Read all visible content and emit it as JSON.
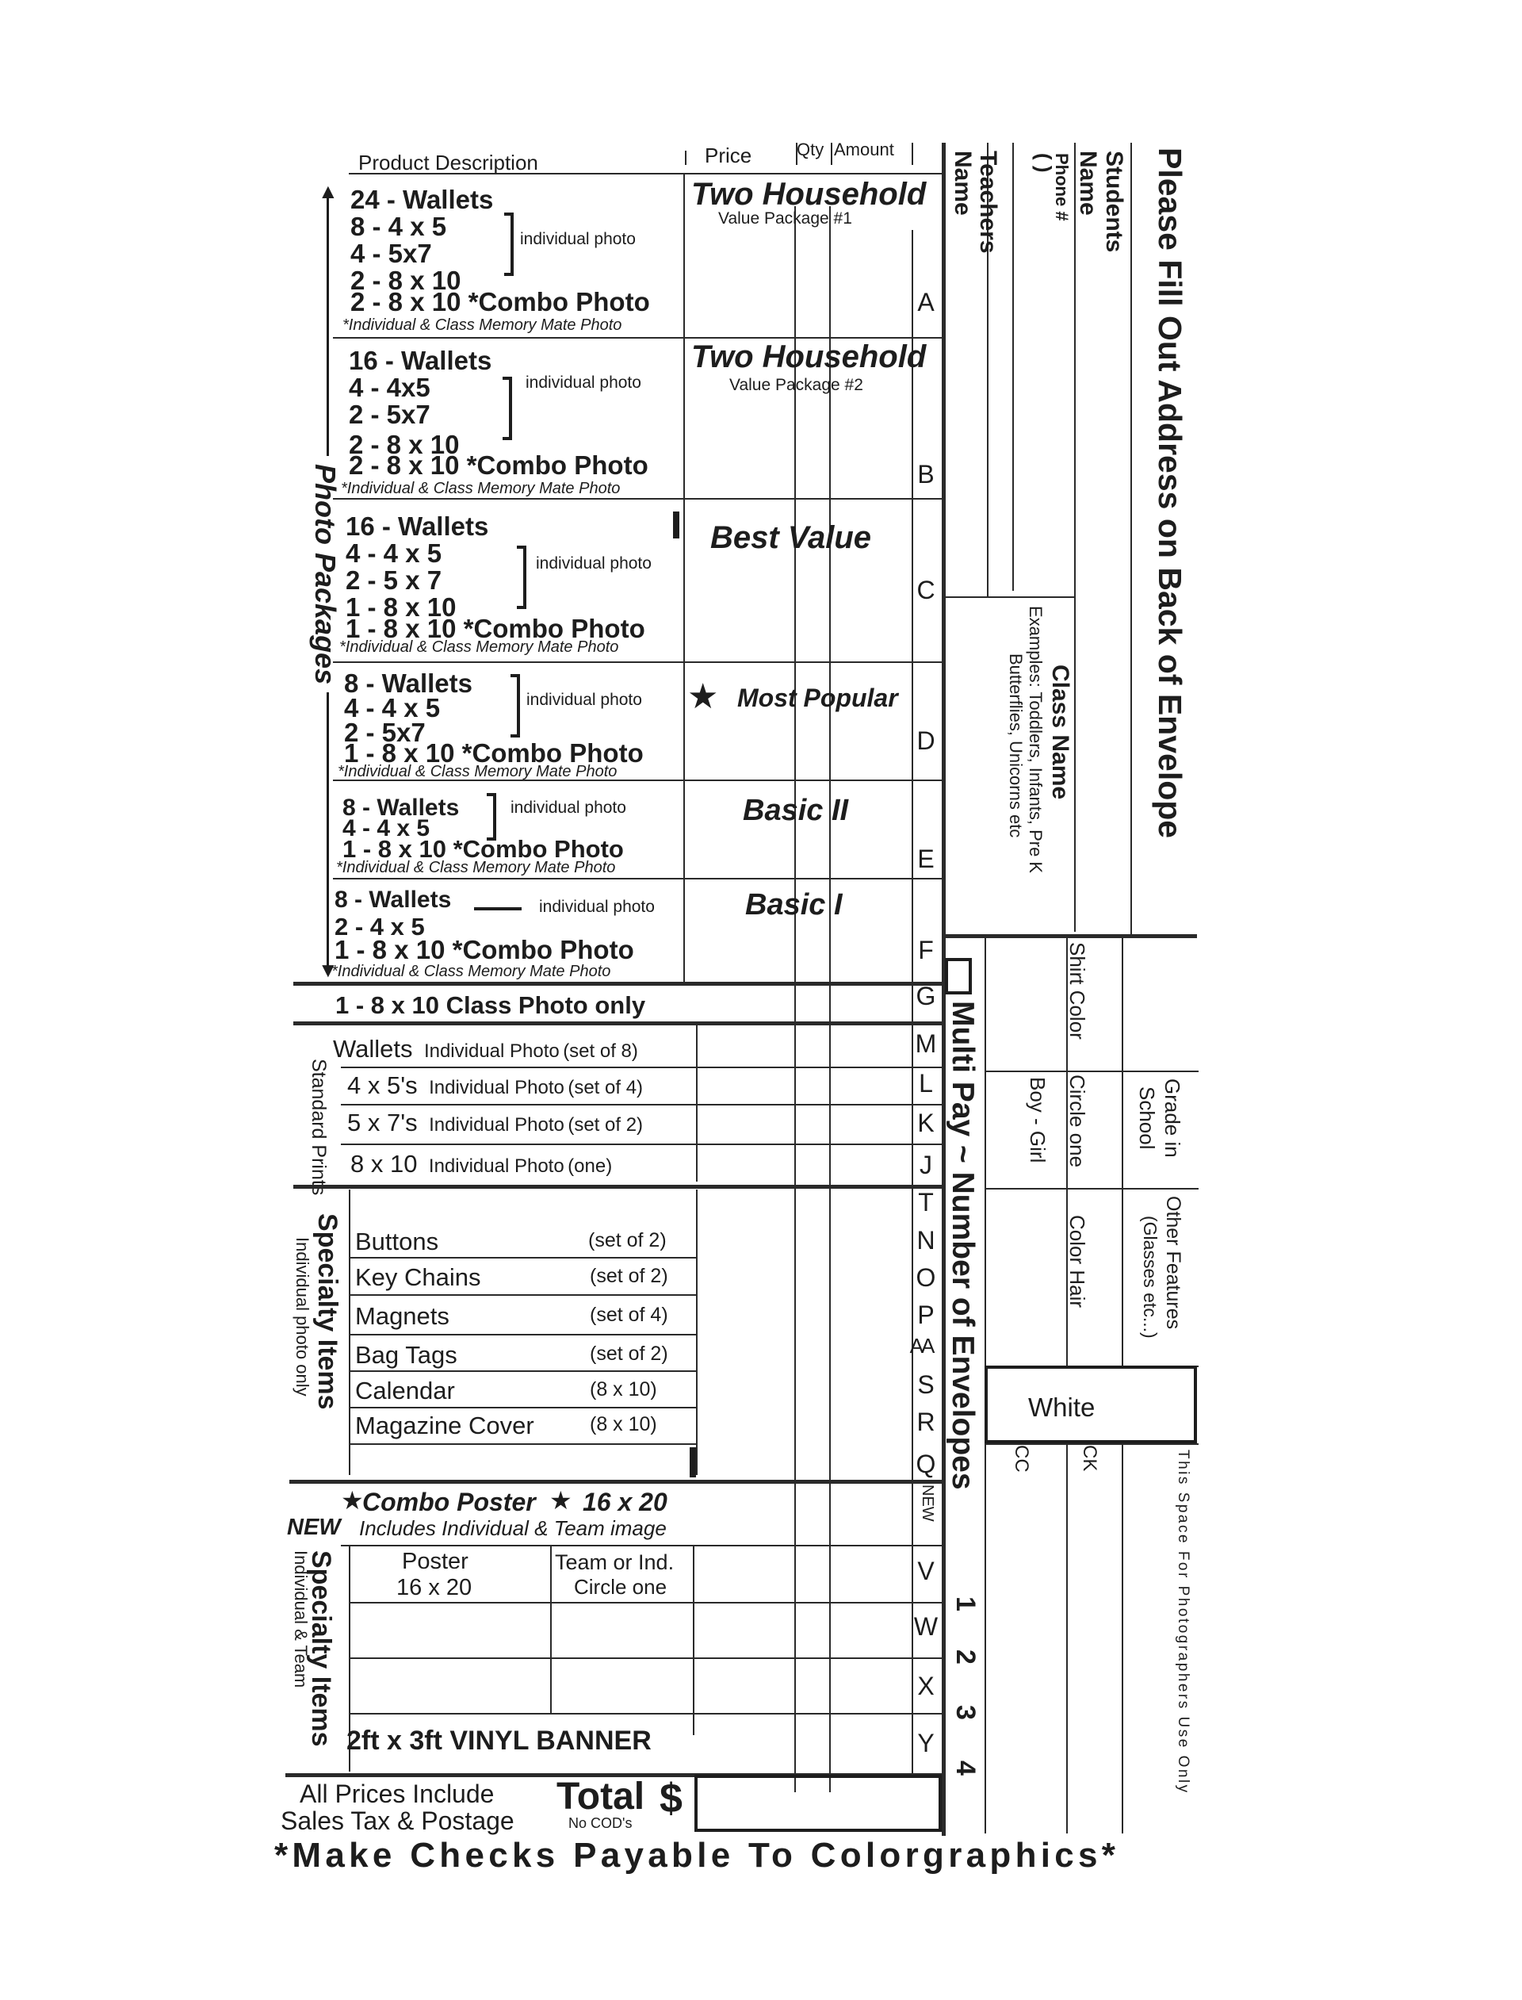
{
  "header": {
    "product_description": "Product Description",
    "price": "Price",
    "qty": "Qty",
    "amount": "Amount"
  },
  "packages_side_label": "Photo Packages",
  "packages": [
    {
      "lines": [
        "24 - Wallets",
        "8 - 4 x 5",
        "4 - 5x7",
        "2 - 8 x 10",
        "2 - 8 x 10 *Combo Photo"
      ],
      "individual": "individual photo",
      "note": "*Individual & Class Memory Mate Photo",
      "title": "Two Household",
      "subtitle": "Value Package #1",
      "code": "A"
    },
    {
      "lines": [
        "16 - Wallets",
        "4 - 4x5",
        "2 - 5x7",
        "2 - 8 x 10",
        "2 - 8 x 10 *Combo Photo"
      ],
      "individual": "individual photo",
      "note": "*Individual & Class Memory Mate Photo",
      "title": "Two Household",
      "subtitle": "Value Package #2",
      "code": "B"
    },
    {
      "lines": [
        "16 - Wallets",
        "4 - 4 x 5",
        "2 - 5 x 7",
        "1 - 8 x 10",
        "1 - 8 x 10 *Combo Photo"
      ],
      "individual": "individual photo",
      "note": "*Individual & Class Memory Mate Photo",
      "title": "Best Value",
      "subtitle": "",
      "code": "C"
    },
    {
      "lines": [
        "8 - Wallets",
        "4 - 4 x 5",
        "2 - 5x7",
        "1 - 8 x 10 *Combo Photo"
      ],
      "individual": "individual photo",
      "note": "*Individual & Class Memory Mate Photo",
      "title": "Most Popular",
      "subtitle": "",
      "code": "D"
    },
    {
      "lines": [
        "8 - Wallets",
        "4 - 4 x 5",
        "1 - 8 x 10 *Combo Photo"
      ],
      "individual": "individual photo",
      "note": "*Individual & Class Memory Mate Photo",
      "title": "Basic II",
      "subtitle": "",
      "code": "E"
    },
    {
      "lines": [
        "8 - Wallets",
        "2 - 4 x 5",
        "1 - 8 x 10 *Combo Photo"
      ],
      "individual": "individual photo",
      "note": "*Individual & Class Memory Mate Photo",
      "title": "Basic I",
      "subtitle": "",
      "code": "F"
    }
  ],
  "class_photo": {
    "label": "1 - 8 x 10  Class Photo only",
    "code": "G"
  },
  "standard_prints": {
    "side_label": "Standard Prints",
    "items": [
      {
        "size": "Wallets",
        "desc": "Individual Photo",
        "qty": "(set of 8)",
        "code": "M"
      },
      {
        "size": "4 x 5's",
        "desc": "Individual Photo",
        "qty": "(set of 4)",
        "code": "L"
      },
      {
        "size": "5 x 7's",
        "desc": "Individual Photo",
        "qty": "(set of 2)",
        "code": "K"
      },
      {
        "size": "8 x 10",
        "desc": "Individual Photo",
        "qty": "(one)",
        "code": "J"
      }
    ]
  },
  "specialty": {
    "side_label": "Specialty Items",
    "side_sub": "Individual photo only",
    "items": [
      {
        "name": "Buttons",
        "qty": "(set of 2)",
        "code": "T"
      },
      {
        "name": "Key Chains",
        "qty": "(set of 2)",
        "code": "N"
      },
      {
        "name": "Magnets",
        "qty": "(set of 4)",
        "code": "O"
      },
      {
        "name": "Bag Tags",
        "qty": "(set of 2)",
        "code": "P"
      },
      {
        "name": "Calendar",
        "qty": "(8 x 10)",
        "code": "AA"
      },
      {
        "name": "Magazine Cover",
        "qty": "(8 x 10)",
        "code": "S"
      }
    ],
    "extra_codes": [
      "R",
      "Q"
    ]
  },
  "poster": {
    "title": "Combo Poster",
    "size": "16 x 20",
    "new_label": "NEW",
    "includes": "Includes Individual & Team image",
    "col1": "Poster",
    "col1_sub": "16 x 20",
    "col2": "Team or Ind.",
    "col2_sub": "Circle one",
    "side_label": "Specialty Items",
    "side_sub": "Individual & Team",
    "new_code": "NEW",
    "codes": [
      "V",
      "W",
      "X"
    ],
    "banner": "2ft x 3ft VINYL BANNER",
    "banner_code": "Y"
  },
  "totals": {
    "line1": "All Prices Include",
    "line2": "Sales Tax & Postage",
    "total": "Total",
    "dollar": "$",
    "no_cod": "No COD's"
  },
  "footer": "*Make Checks Payable To Colorgraphics*",
  "right": {
    "header": "Please Fill Out Address on Back of Envelope",
    "students_name_1": "Students",
    "students_name_2": "Name",
    "phone": "Phone #",
    "phone_parens": "(         )",
    "teachers_name_1": "Teachers",
    "teachers_name_2": "Name",
    "class_name": "Class Name",
    "class_examples_1": "Examples: Toddlers, Infants, Pre K",
    "class_examples_2": "Butterflies, Unicorns etc",
    "shirt_color": "Shirt Color",
    "grade_1": "Grade in",
    "grade_2": "School",
    "circle_one": "Circle one",
    "boy_girl": "Boy - Girl",
    "color_hair": "Color Hair",
    "other_features_1": "Other Features",
    "other_features_2": "(Glasses etc...)",
    "white": "White",
    "cc": "CC",
    "ck": "CK",
    "photographer_note": "This Space For Photographers Use Only",
    "multipay": "Multi Pay ~ Number of Envelopes",
    "envelope_numbers": [
      "1",
      "2",
      "3",
      "4"
    ]
  }
}
